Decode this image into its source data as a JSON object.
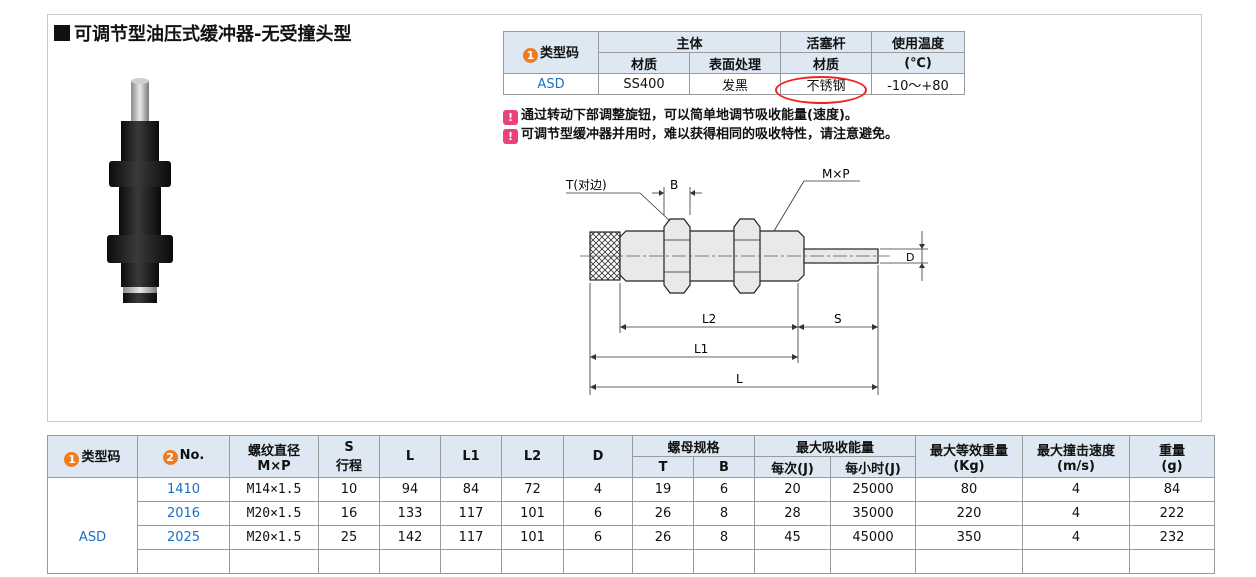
{
  "title": "可调节型油压式缓冲器-无受撞头型",
  "material_table": {
    "type_header": "类型码",
    "type_marker": "1",
    "body_header": "主体",
    "piston_header": "活塞杆",
    "temp_header": "使用温度",
    "temp_unit": "(℃)",
    "material_label": "材质",
    "surface_label": "表面处理",
    "piston_material_label": "材质",
    "row": {
      "type": "ASD",
      "body_material": "SS400",
      "surface": "发黑",
      "piston_material": "不锈钢",
      "temp": "-10～+80"
    }
  },
  "notes": [
    "通过转动下部调整旋钮，可以简单地调节吸收能量(速度)。",
    "可调节型缓冲器并用时，难以获得相同的吸收特性，请注意避免。"
  ],
  "drawing": {
    "label_t": "T(对边)",
    "label_b": "B",
    "label_mp": "M×P",
    "label_d": "D",
    "label_l2": "L2",
    "label_s": "S",
    "label_l1": "L1",
    "label_l": "L"
  },
  "spec_table": {
    "headers": {
      "type": "类型码",
      "type_marker": "1",
      "no": "No.",
      "no_marker": "2",
      "thread_line1": "螺纹直径",
      "thread_line2": "M×P",
      "s_line1": "S",
      "s_line2": "行程",
      "l": "L",
      "l1": "L1",
      "l2": "L2",
      "d": "D",
      "nut": "螺母规格",
      "nut_t": "T",
      "nut_b": "B",
      "energy": "最大吸收能量",
      "energy_each": "每次(J)",
      "energy_hour": "每小时(J)",
      "weight_eq_line1": "最大等效重量",
      "weight_eq_line2": "(Kg)",
      "speed_line1": "最大撞击速度",
      "speed_line2": "(m/s)",
      "mass_line1": "重量",
      "mass_line2": "(g)"
    },
    "type_value": "ASD",
    "rows": [
      {
        "no": "1410",
        "thread": "M14×1.5",
        "s": "10",
        "l": "94",
        "l1": "84",
        "l2": "72",
        "d": "4",
        "t": "19",
        "b": "6",
        "each": "20",
        "hour": "25000",
        "eq": "80",
        "speed": "4",
        "mass": "84"
      },
      {
        "no": "2016",
        "thread": "M20×1.5",
        "s": "16",
        "l": "133",
        "l1": "117",
        "l2": "101",
        "d": "6",
        "t": "26",
        "b": "8",
        "each": "28",
        "hour": "35000",
        "eq": "220",
        "speed": "4",
        "mass": "222"
      },
      {
        "no": "2025",
        "thread": "M20×1.5",
        "s": "25",
        "l": "142",
        "l1": "117",
        "l2": "101",
        "d": "6",
        "t": "26",
        "b": "8",
        "each": "45",
        "hour": "45000",
        "eq": "350",
        "speed": "4",
        "mass": "232"
      }
    ]
  }
}
